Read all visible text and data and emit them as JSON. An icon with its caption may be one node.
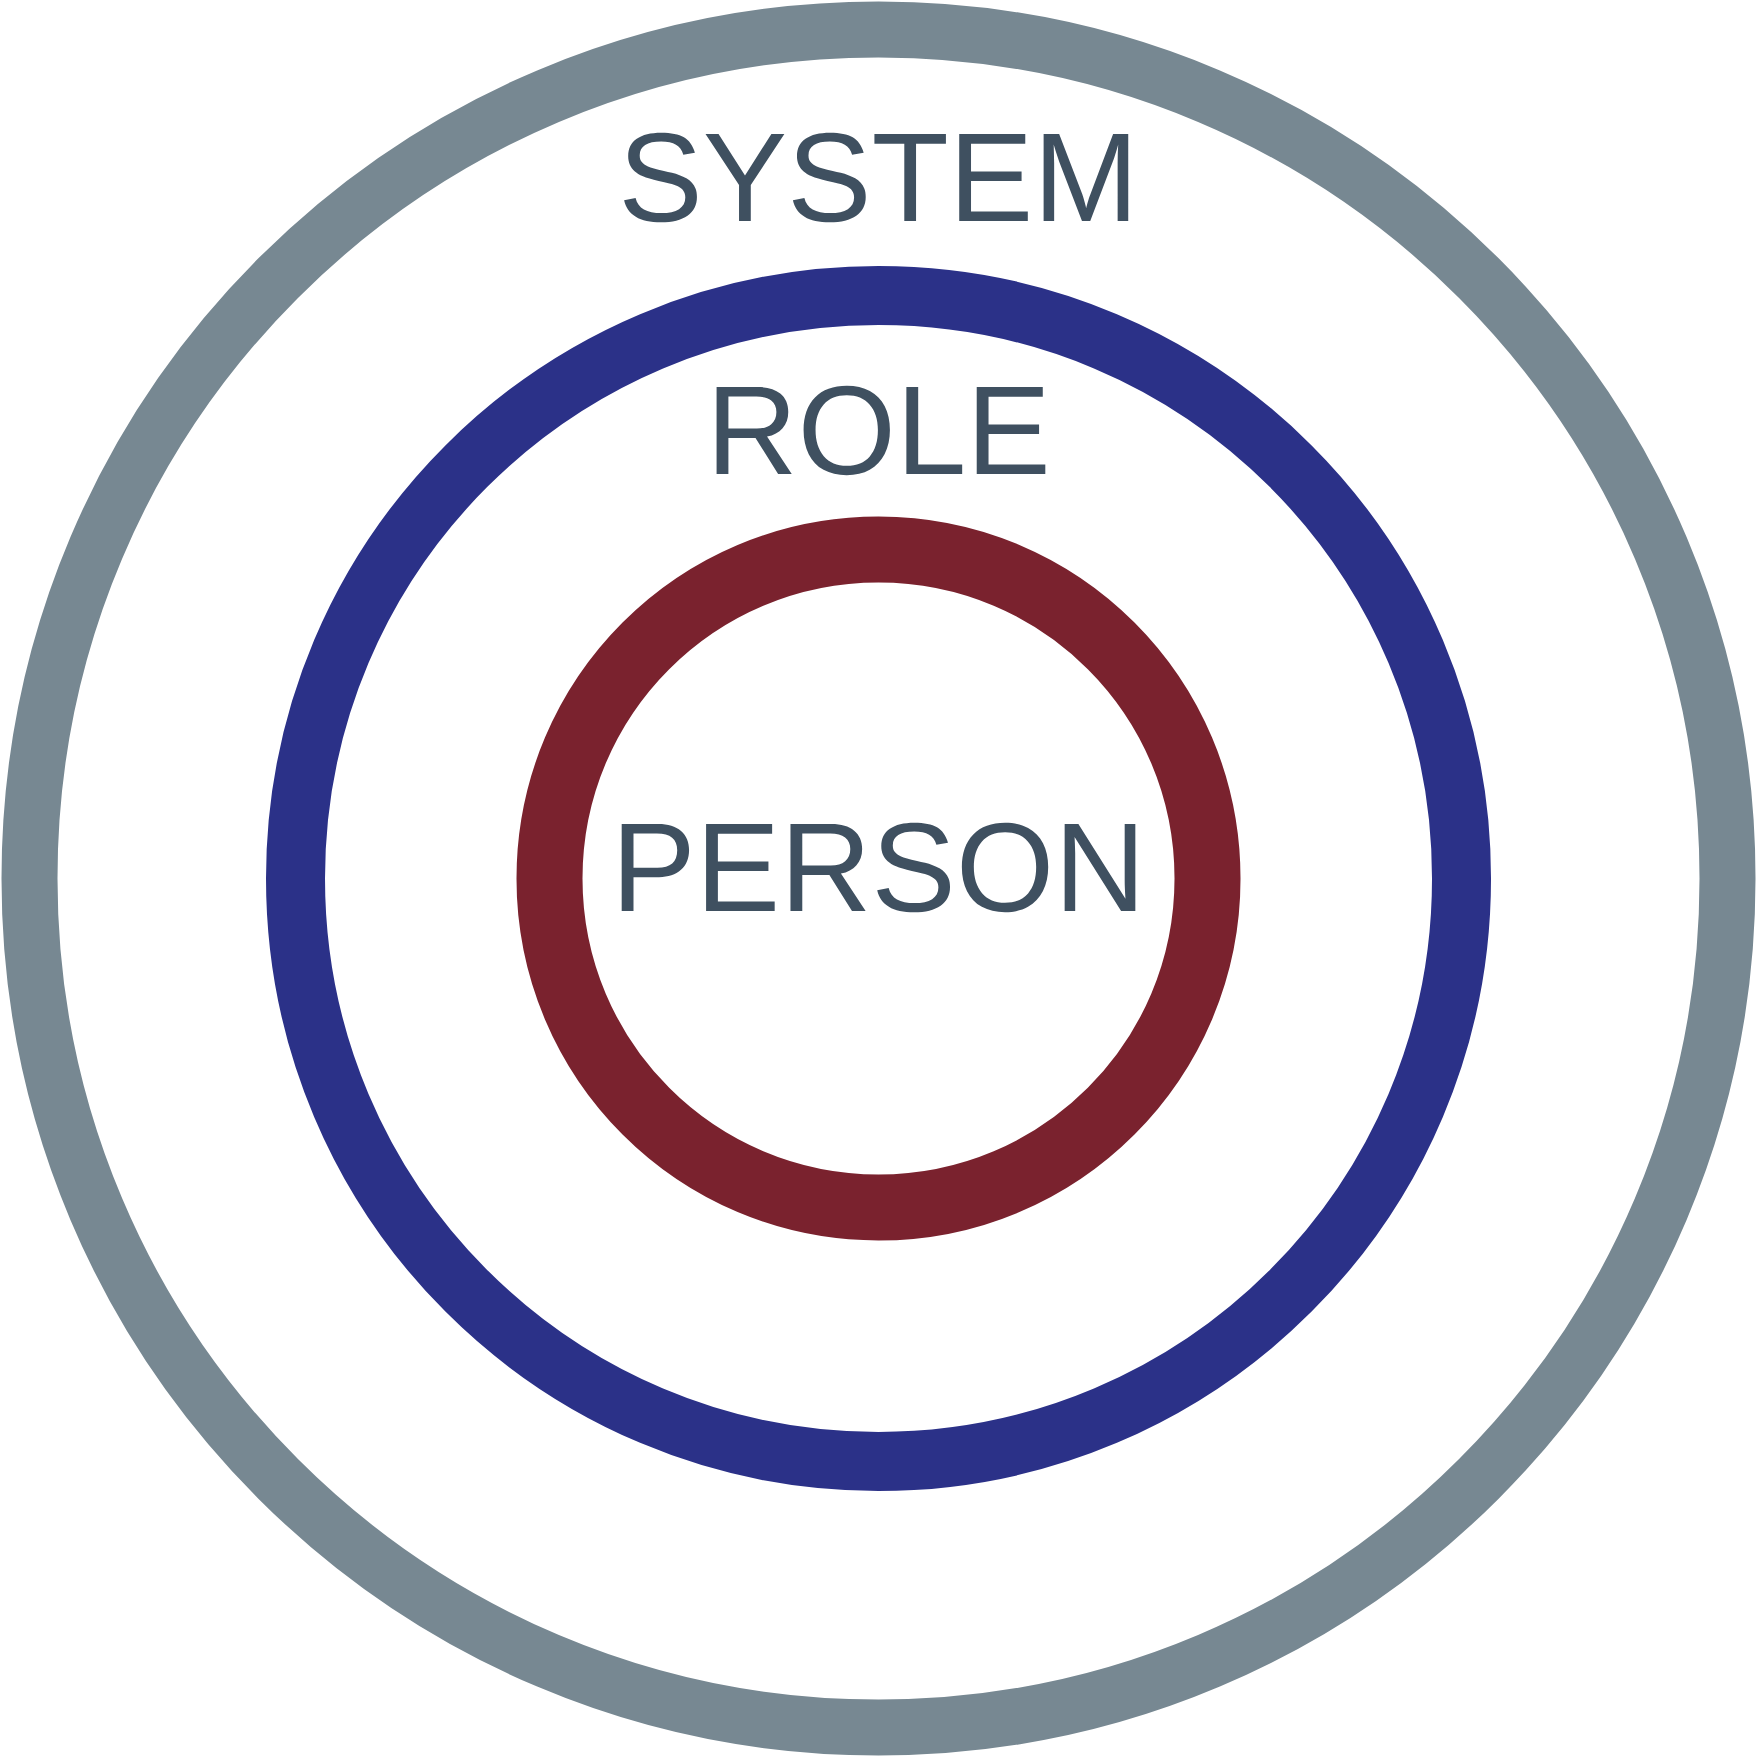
{
  "diagram": {
    "nodes": [
      {
        "text": [
          "SYSTEM"
        ]
      },
      {
        "text": [
          "ROLE"
        ],
        "in": 0
      },
      {
        "text": [
          "PERSON"
        ],
        "in": 1
      }
    ]
  }
}
